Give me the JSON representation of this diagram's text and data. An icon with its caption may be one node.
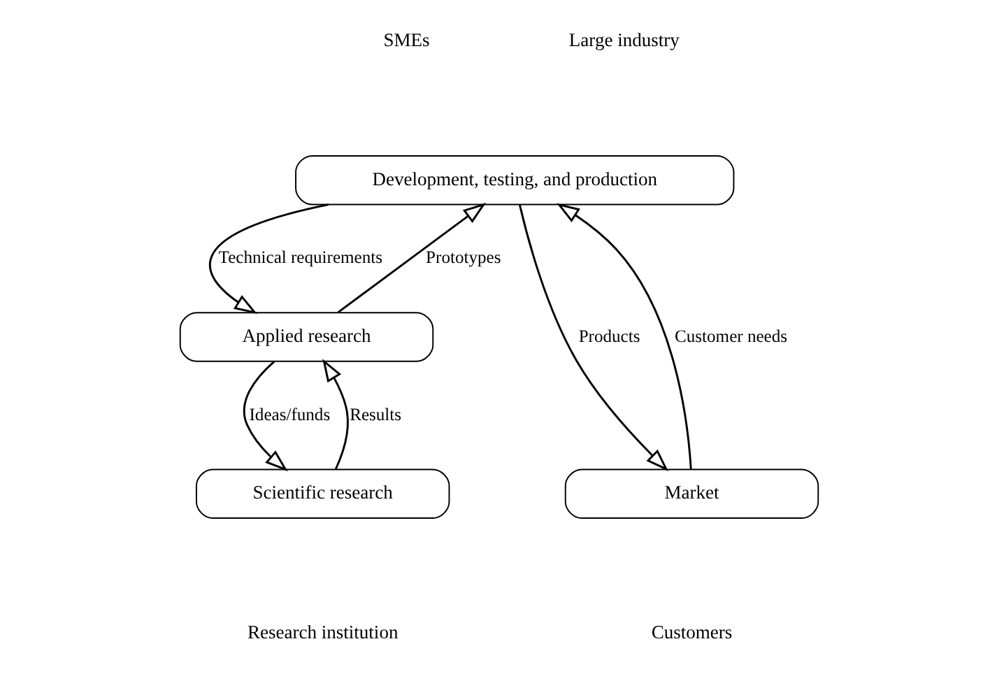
{
  "diagram": {
    "nodes": [
      {
        "text": [
          "Development, testing, and production"
        ]
      },
      {
        "text": [
          "Applied research"
        ]
      },
      {
        "text": [
          "Scientific research"
        ]
      },
      {
        "text": [
          "Market"
        ]
      }
    ],
    "edges": [
      {
        "from": 1,
        "to": 0,
        "arrow": "to",
        "label": "Prototypes"
      },
      {
        "from": 0,
        "to": 1,
        "arrow": "to",
        "label": "Technical requirements"
      },
      {
        "from": 2,
        "to": 1,
        "arrow": "to",
        "label": "Results"
      },
      {
        "from": 1,
        "to": 2,
        "arrow": "to",
        "label": "Ideas/funds"
      },
      {
        "from": 3,
        "to": 0,
        "arrow": "to",
        "label": "Customer needs"
      },
      {
        "from": 0,
        "to": 3,
        "arrow": "to",
        "label": "Products"
      }
    ],
    "labels": [
      "SMEs",
      "Large industry",
      "Research institution",
      "Customers"
    ]
  }
}
